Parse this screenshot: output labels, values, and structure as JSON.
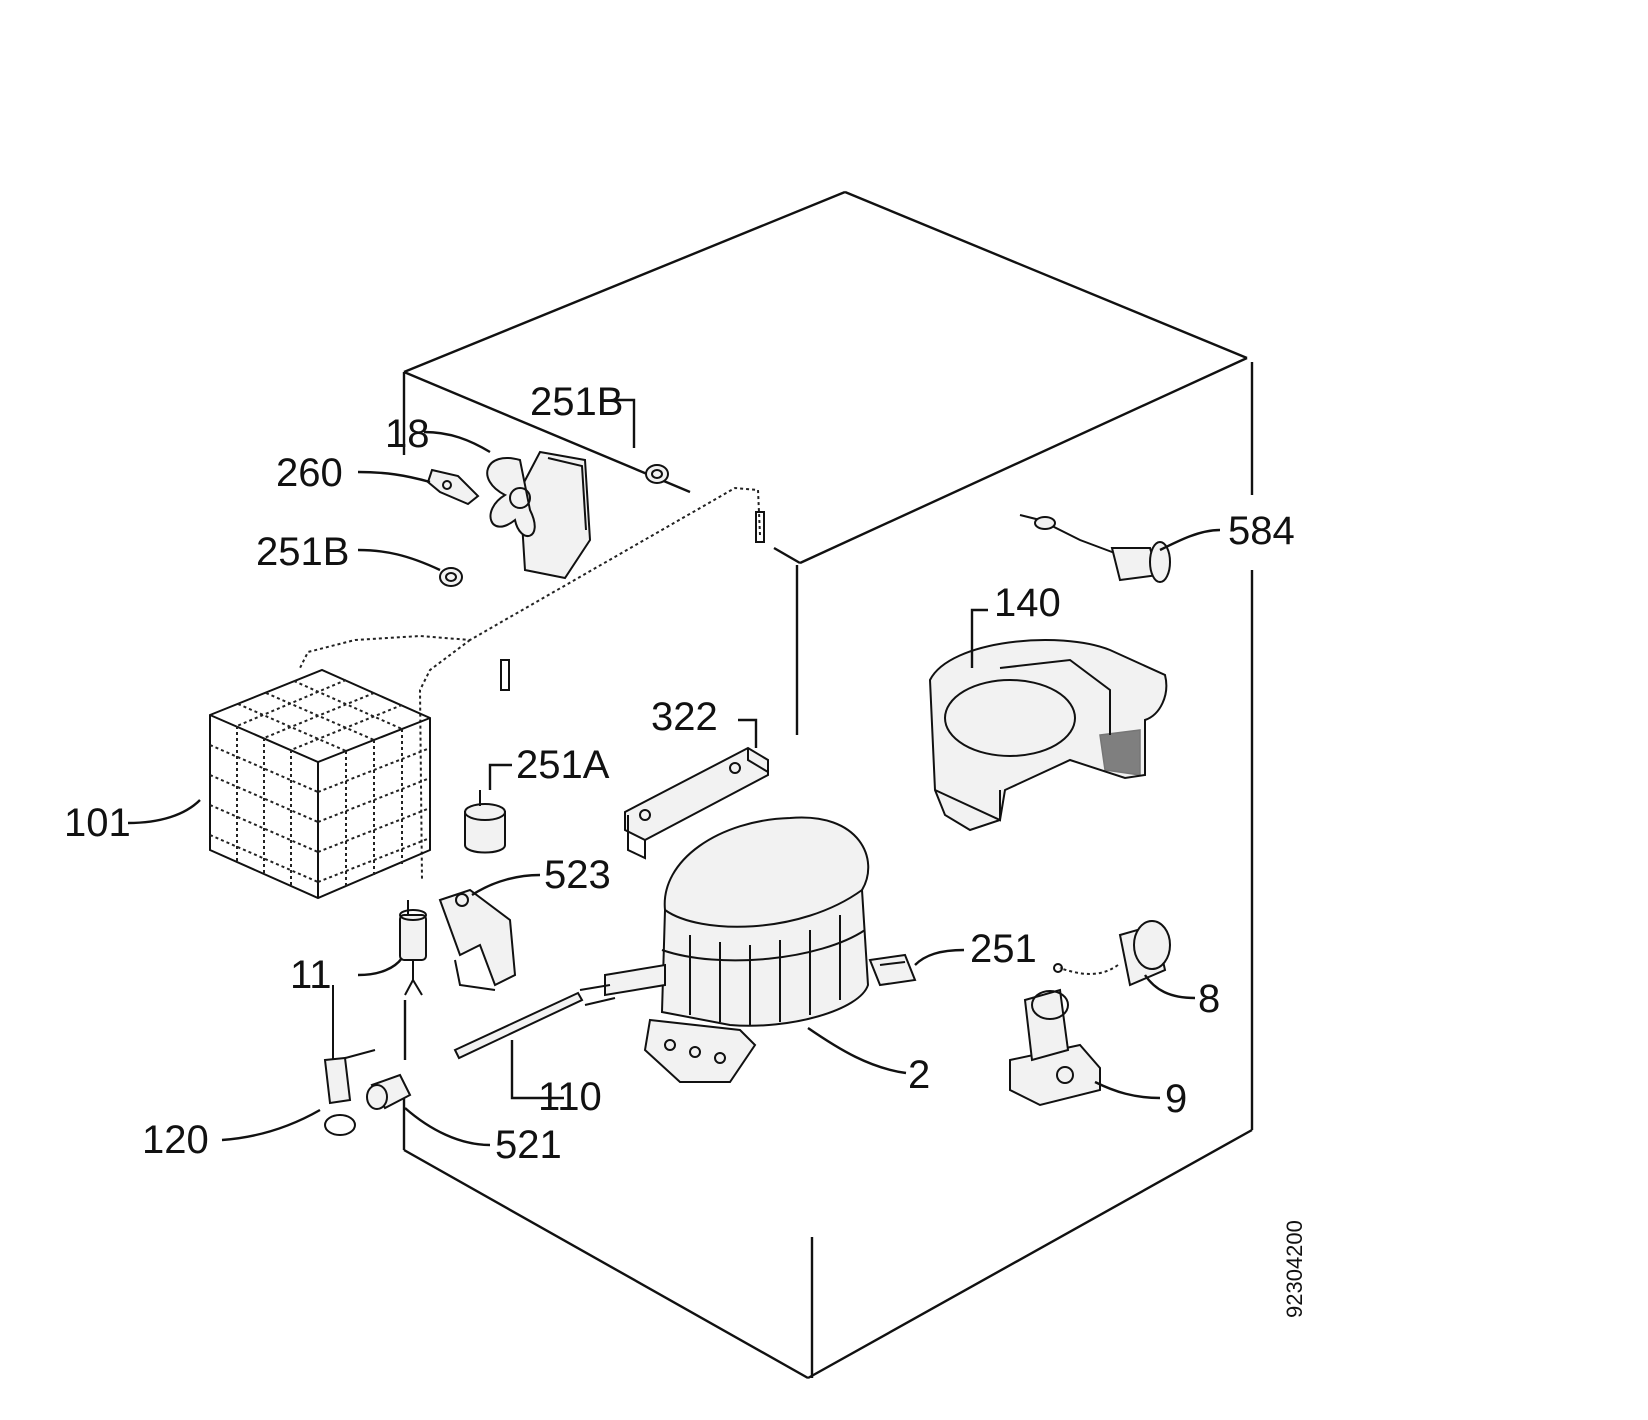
{
  "labels": {
    "p18": "18",
    "p251B_top": "251B",
    "p260": "260",
    "p251B_left": "251B",
    "p584": "584",
    "p140": "140",
    "p322": "322",
    "p251A": "251A",
    "p101": "101",
    "p523": "523",
    "p11": "11",
    "p251": "251",
    "p8": "8",
    "p2": "2",
    "p110": "110",
    "p9": "9",
    "p120": "120",
    "p521": "521"
  },
  "drawing_number": "92304200"
}
